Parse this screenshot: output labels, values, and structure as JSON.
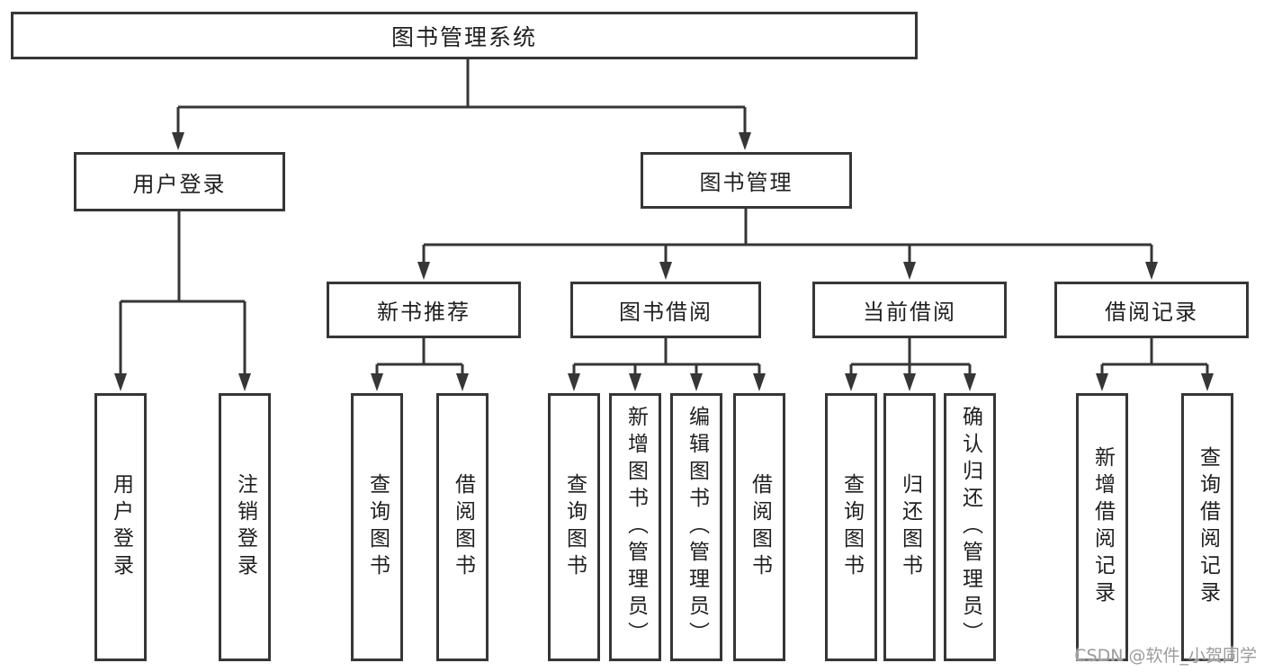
{
  "tree": {
    "label": "图书管理系统",
    "children": [
      {
        "label": "用户登录",
        "children": [
          {
            "label": "用户登录"
          },
          {
            "label": "注销登录"
          }
        ]
      },
      {
        "label": "图书管理",
        "children": [
          {
            "label": "新书推荐",
            "children": [
              {
                "label": "查询图书"
              },
              {
                "label": "借阅图书"
              }
            ]
          },
          {
            "label": "图书借阅",
            "children": [
              {
                "label": "查询图书"
              },
              {
                "label": "新增图书（管理员）"
              },
              {
                "label": "编辑图书（管理员）"
              },
              {
                "label": "借阅图书"
              }
            ]
          },
          {
            "label": "当前借阅",
            "children": [
              {
                "label": "查询图书"
              },
              {
                "label": "归还图书"
              },
              {
                "label": "确认归还（管理员）"
              }
            ]
          },
          {
            "label": "借阅记录",
            "children": [
              {
                "label": "新增借阅记录"
              },
              {
                "label": "查询借阅记录"
              }
            ]
          }
        ]
      }
    ]
  },
  "watermark": {
    "text": "CSDN @软件_小贺同学"
  },
  "colors": {
    "line": "#363636",
    "text": "#1f1f1f",
    "background": "#ffffff",
    "watermark": "#9b9b9b"
  }
}
